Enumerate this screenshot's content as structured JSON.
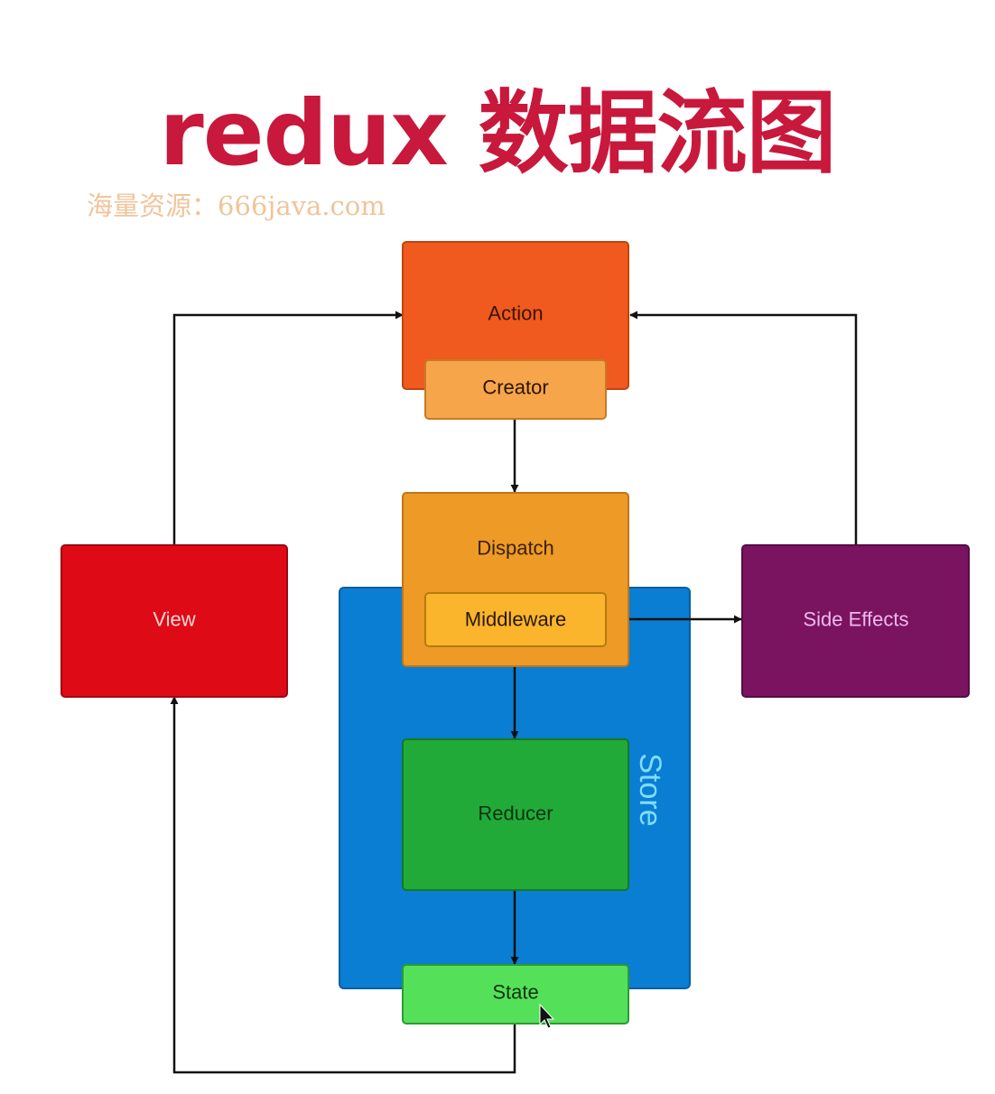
{
  "title": "redux 数据流图",
  "watermark": "海量资源：666java.com",
  "nodes": {
    "action": "Action",
    "creator": "Creator",
    "dispatch": "Dispatch",
    "middleware": "Middleware",
    "reducer": "Reducer",
    "state": "State",
    "view": "View",
    "side_effects": "Side Effects",
    "store": "Store"
  },
  "colors": {
    "title": "#c8183c",
    "watermark": "#f0c49a",
    "action": "#f05a1e",
    "creator": "#f7a54b",
    "dispatch": "#ee9a26",
    "middleware": "#fbb52c",
    "store": "#0a7ed2",
    "reducer": "#22aa38",
    "state": "#55e05a",
    "view": "#de0a16",
    "side_effects": "#7a1460"
  }
}
